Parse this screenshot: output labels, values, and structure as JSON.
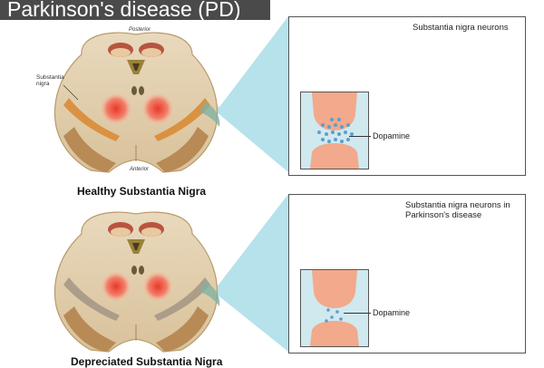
{
  "title": "Parkinson's disease (PD)",
  "top_section": {
    "posterior_label": "Posterior",
    "substantia_label": "Substantia nigra",
    "anterior_label": "Anterior",
    "caption": "Healthy Substantia Nigra",
    "panel_title": "Substantia nigra neurons",
    "dopamine_label": "Dopamine"
  },
  "bottom_section": {
    "caption": "Depreciated Substantia Nigra",
    "panel_title": "Substantia nigra neurons in Parkinson's disease",
    "dopamine_label": "Dopamine"
  },
  "colors": {
    "title_bg": "#4a4a4a",
    "healthy_myelin": "#e07a6a",
    "pd_myelin": "#b9bec4",
    "synapse_bg": "#cfe9ef",
    "dopamine": "#5d9fc9",
    "projection": "#a9dde7"
  }
}
